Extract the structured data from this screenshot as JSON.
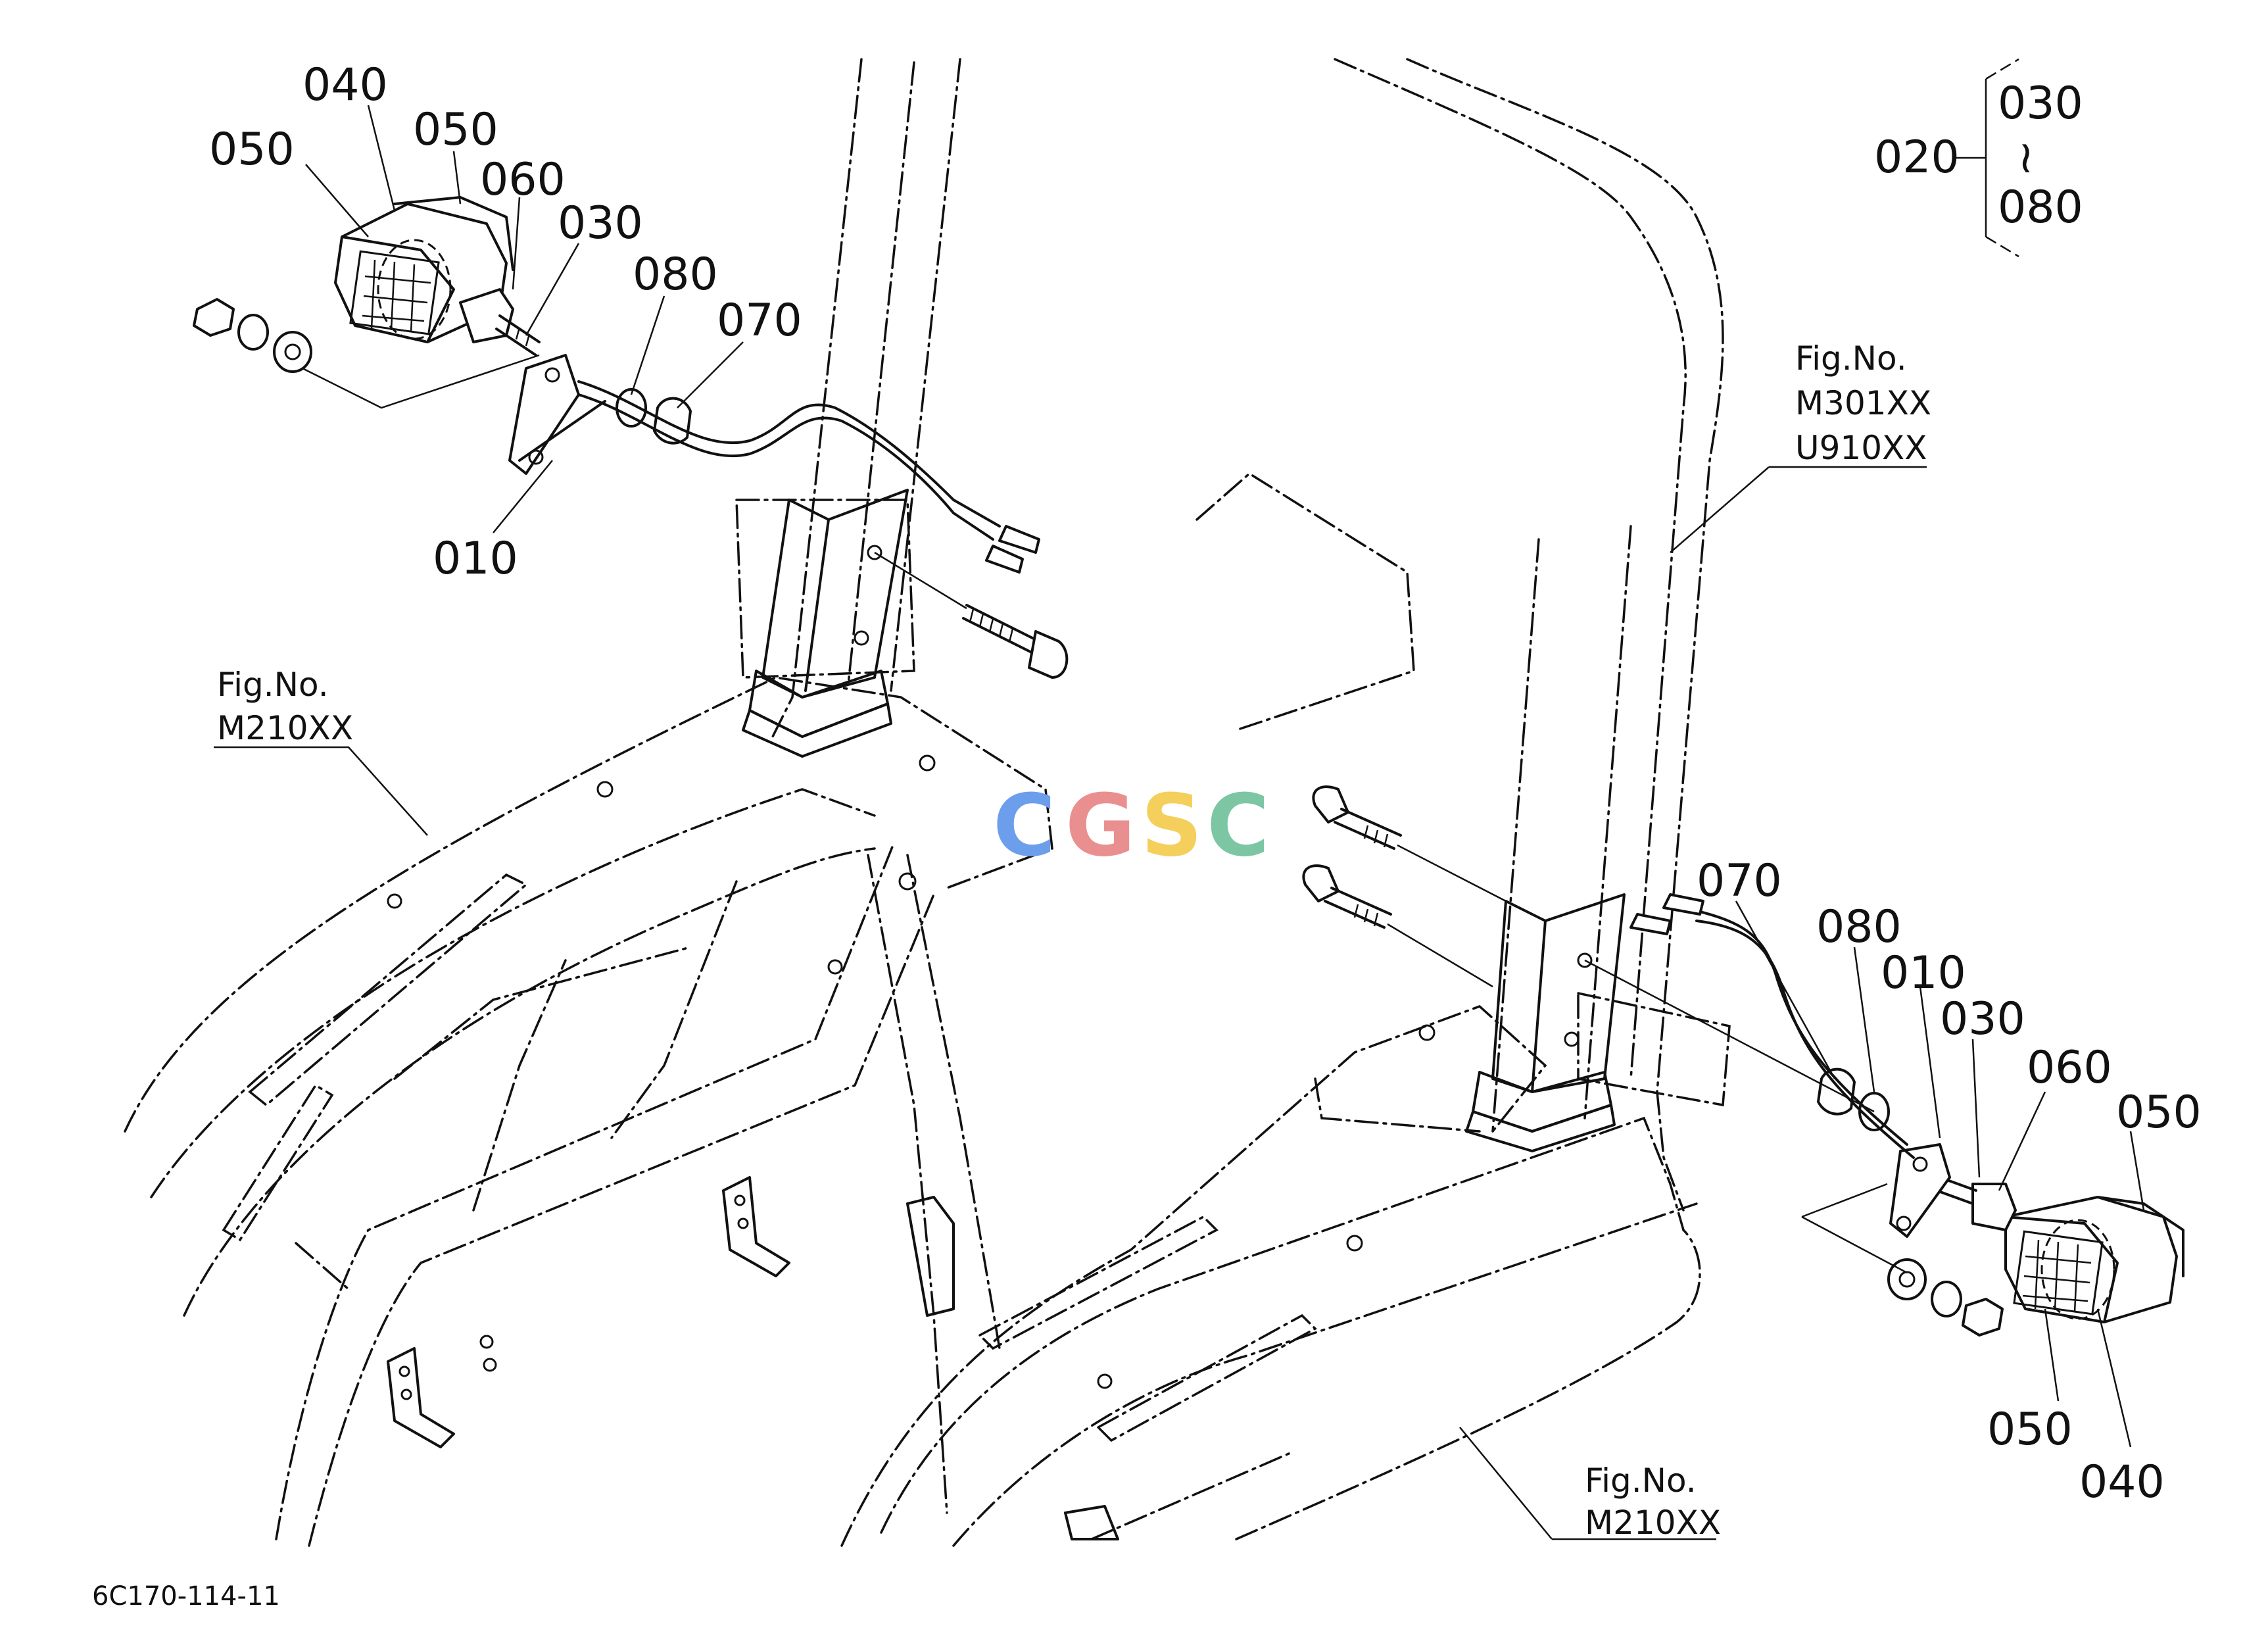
{
  "drawing_code": "6C170-114-11",
  "watermark": {
    "letters": [
      "C",
      "G",
      "S",
      "C"
    ],
    "colors": [
      "#6d9eeb",
      "#ea8f8f",
      "#f4cf5b",
      "#7cc6a4"
    ]
  },
  "group_callout": {
    "parent": "020",
    "range_start": "030",
    "range_mark": "≀",
    "range_end": "080"
  },
  "fig_refs": {
    "top_right": {
      "label": "Fig.No.",
      "numbers": [
        "M301XX",
        "U910XX"
      ]
    },
    "left": {
      "label": "Fig.No.",
      "numbers": [
        "M210XX"
      ]
    },
    "bottom": {
      "label": "Fig.No.",
      "numbers": [
        "M210XX"
      ]
    }
  },
  "left_lamp": {
    "labels": {
      "p040": "040",
      "p050_a": "050",
      "p050_b": "050",
      "p060": "060",
      "p030": "030",
      "p080": "080",
      "p070": "070",
      "p010": "010"
    }
  },
  "right_lamp": {
    "labels": {
      "p070": "070",
      "p080": "080",
      "p010": "010",
      "p030": "030",
      "p060": "060",
      "p050_a": "050",
      "p050_b": "050",
      "p040": "040"
    }
  }
}
